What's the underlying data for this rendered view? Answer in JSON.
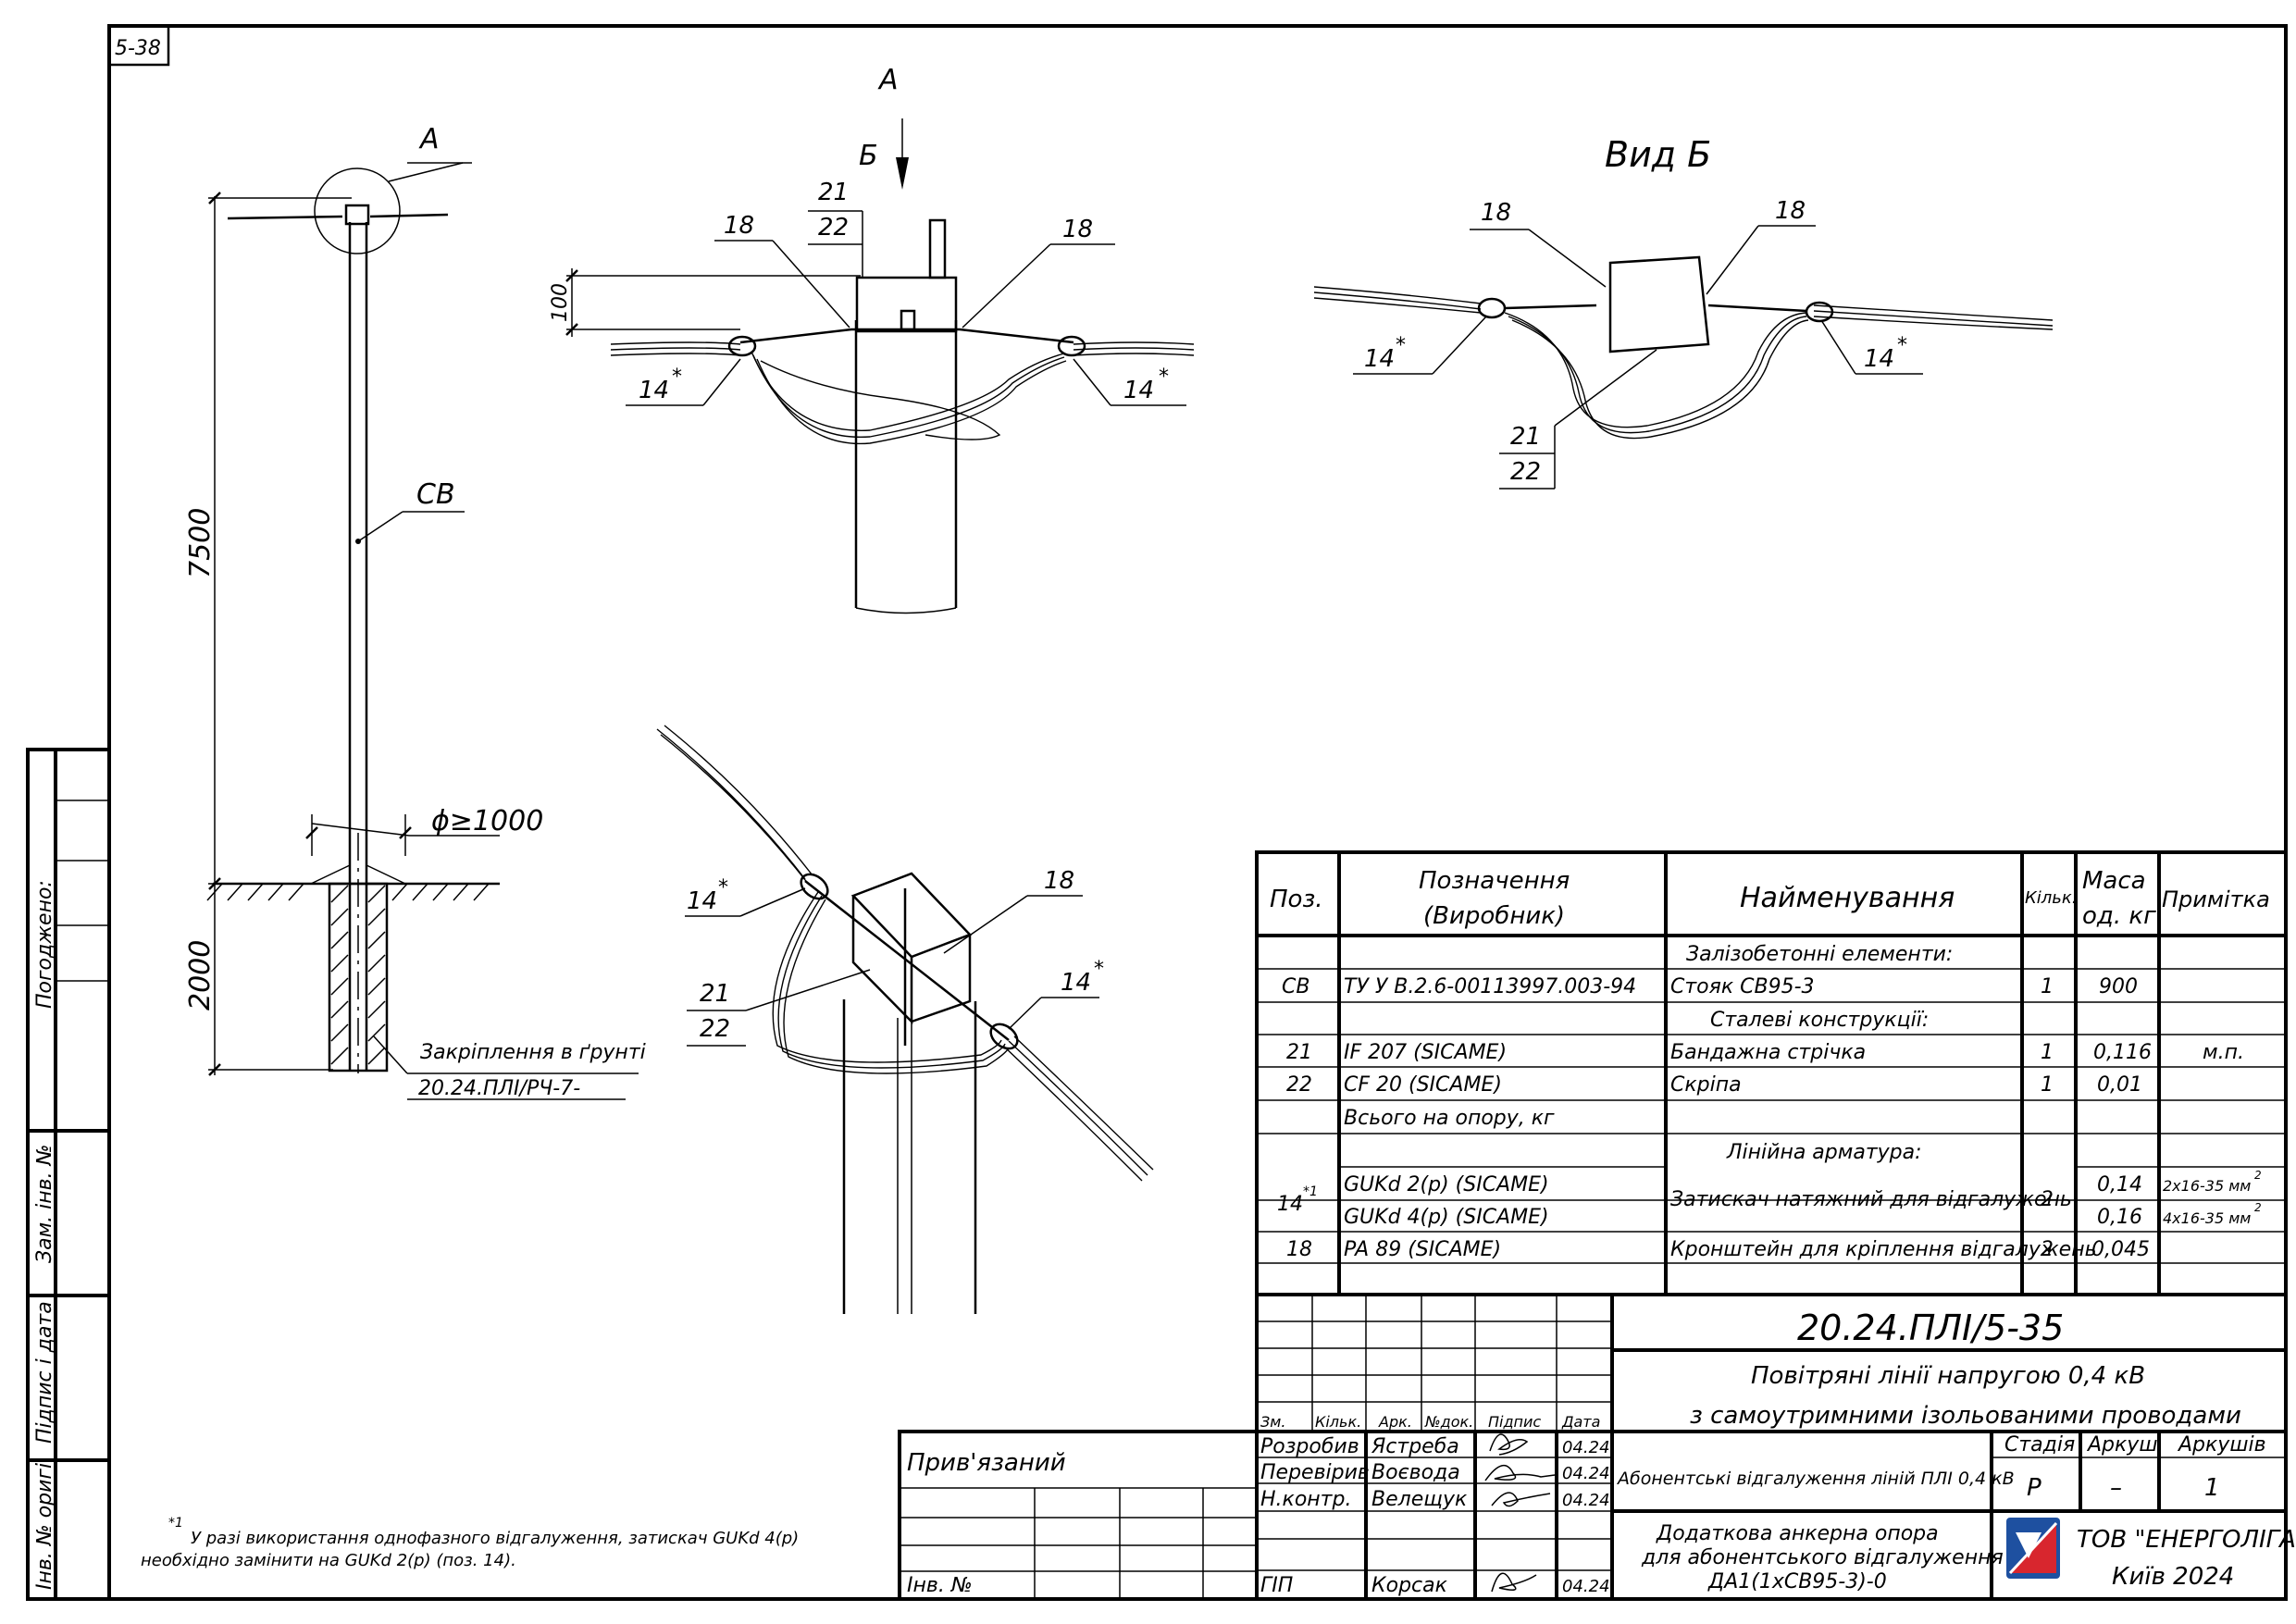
{
  "sheet_number": "5-38",
  "side_stamp": {
    "agreed": "Погоджено:",
    "replaced_inv": "Зам. інв. №",
    "signature_date": "Підпис і дата",
    "original_inv": "Інв. № оригі"
  },
  "pole_view": {
    "node_label": "А",
    "pole_label": "СВ",
    "height_above": "7500",
    "height_below": "2000",
    "pit_diameter": "ϕ≥1000",
    "fixing_text": "Закріплення в ґрунті",
    "fixing_ref": "20.24.ПЛІ/РЧ-7-"
  },
  "node_view": {
    "view_arrow": "А",
    "view_mark": "Б",
    "dim_100": "100",
    "pos_21": "21",
    "pos_22": "22",
    "pos_18_left": "18",
    "pos_18_right": "18",
    "pos_14_left": "14",
    "pos_14_right": "14",
    "star": "*"
  },
  "view_b": {
    "title": "Вид Б",
    "pos_18_left": "18",
    "pos_18_right": "18",
    "pos_14_left": "14",
    "pos_14_right": "14",
    "pos_21": "21",
    "pos_22": "22",
    "star": "*"
  },
  "iso_view": {
    "pos_14_left": "14",
    "pos_14_right": "14",
    "pos_18": "18",
    "pos_21": "21",
    "pos_22": "22",
    "star": "*"
  },
  "spec_table": {
    "headers": {
      "pos": "Поз.",
      "designation_1": "Позначення",
      "designation_2": "(Виробник)",
      "name": "Найменування",
      "qty": "Кільк.",
      "mass_1": "Маса",
      "mass_2": "од. кг",
      "note": "Примітка"
    },
    "sections": {
      "concrete": "Залізобетонні елементи:",
      "steel": "Сталеві конструкції:",
      "line": "Лінійна арматура:"
    },
    "rows": [
      {
        "pos": "СВ",
        "designation": "ТУ У В.2.6-00113997.003-94",
        "name": "Стояк СВ95-3",
        "qty": "1",
        "mass": "900",
        "note": ""
      },
      {
        "pos": "21",
        "designation": "IF 207   (SICAME)",
        "name": "Бандажна стрічка",
        "qty": "1",
        "mass": "0,116",
        "note": "м.п."
      },
      {
        "pos": "22",
        "designation": "CF 20   (SICAME)",
        "name": "Скріпа",
        "qty": "1",
        "mass": "0,01",
        "note": ""
      },
      {
        "pos": "",
        "designation": "Всього на опору, кг",
        "name": "",
        "qty": "",
        "mass": "",
        "note": ""
      },
      {
        "pos": "14",
        "designation": "GUKd 2(p)   (SICAME)",
        "name": "Затискач натяжний для відгалужень",
        "qty": "2",
        "mass": "0,14",
        "note": "2х16-35 мм"
      },
      {
        "pos": "",
        "designation": "GUKd 4(p)   (SICAME)",
        "name": "",
        "qty": "",
        "mass": "0,16",
        "note": "4х16-35 мм"
      },
      {
        "pos": "18",
        "designation": "PA 89   (SICAME)",
        "name": "Кронштейн для кріплення відгалужень",
        "qty": "2",
        "mass": "0,045",
        "note": ""
      }
    ],
    "pos14_sup": "*1",
    "note_sup": "2"
  },
  "footnote": {
    "sup": "*1",
    "line1": "У разі використання однофазного відгалуження, затискач GUKd 4(p)",
    "line2": "необхідно замінити на GUKd 2(p) (поз. 14)."
  },
  "title_block": {
    "doc_code": "20.24.ПЛІ/5-35",
    "title_line1": "Повітряні лінії напругою 0,4 кВ",
    "title_line2": "з самоутримними ізольованими проводами",
    "section_title": "Абонентські відгалуження ліній ПЛІ 0,4 кВ",
    "drawing_line1": "Додаткова анкерна опора",
    "drawing_line2": "для абонентського відгалуження",
    "drawing_line3": "ДА1(1хСВ95-3)-0",
    "col_headers": [
      "Зм.",
      "Кільк.",
      "Арк.",
      "№док.",
      "Підпис",
      "Дата"
    ],
    "stage_header": "Стадія",
    "sheet_header": "Аркуш",
    "sheets_header": "Аркушів",
    "stage": "Р",
    "sheet": "–",
    "sheets": "1",
    "company": "ТОВ \"ЕНЕРГОЛІГА\"",
    "city_year": "Київ 2024",
    "bound": "Прив'язаний",
    "inv_no": "Інв. №",
    "people": [
      {
        "role": "Розробив",
        "name": "Ястреба",
        "date": "04.24"
      },
      {
        "role": "Перевірив",
        "name": "Воєвода",
        "date": "04.24"
      },
      {
        "role": "Н.контр.",
        "name": "Велещук",
        "date": "04.24"
      },
      {
        "role": "ГІП",
        "name": "Корсак",
        "date": "04.24"
      }
    ]
  }
}
